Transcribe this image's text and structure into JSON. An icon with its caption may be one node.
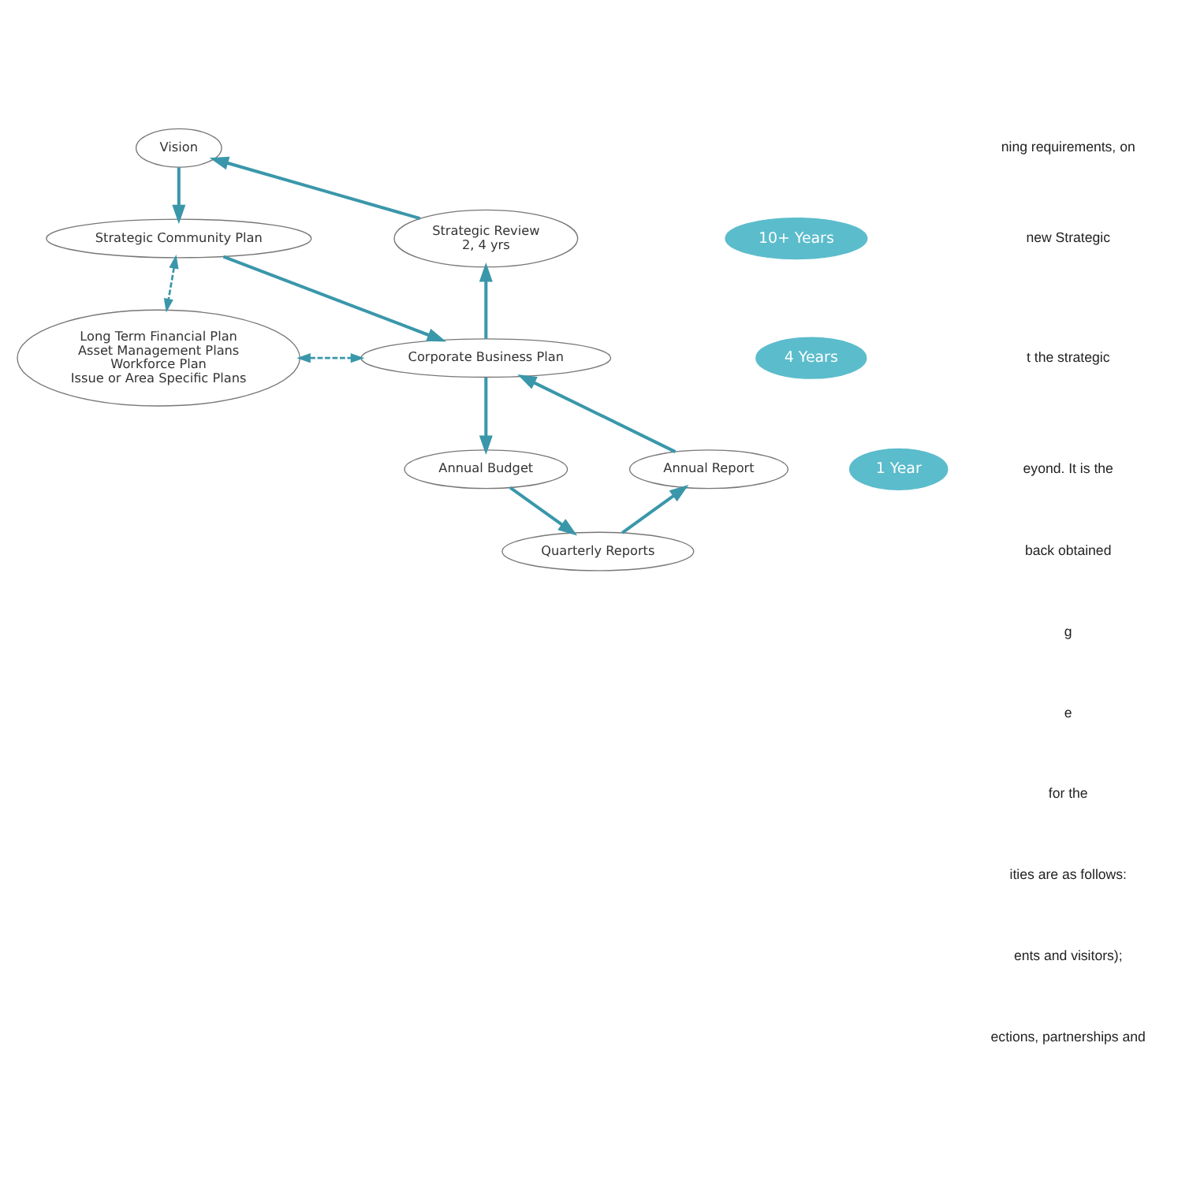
{
  "diagram": {
    "nodes": [
      {
        "text": [
          "Vision"
        ]
      },
      {
        "text": [
          "Strategic Community Plan"
        ]
      },
      {
        "text": [
          "10+ Years"
        ]
      },
      {
        "text": [
          "Strategic Review",
          "2, 4 yrs"
        ]
      },
      {
        "text": [
          "Long Term Financial Plan",
          "Asset Management Plans",
          "Workforce Plan",
          "Issue or Area Specific Plans"
        ]
      },
      {
        "text": [
          "Corporate Business Plan"
        ]
      },
      {
        "text": [
          "4 Years"
        ]
      },
      {
        "text": [
          "Annual Report"
        ]
      },
      {
        "text": [
          "1 Year"
        ]
      },
      {
        "text": [
          "Annual Budget"
        ]
      },
      {
        "text": [
          "Quarterly Reports"
        ]
      }
    ],
    "edges": [
      {
        "from": 0,
        "to": 1,
        "arrow": "to"
      },
      {
        "from": 1,
        "to": 5,
        "arrow": "to"
      },
      {
        "from": 5,
        "to": 3,
        "arrow": "to"
      },
      {
        "from": 3,
        "to": 0,
        "arrow": "to"
      },
      {
        "from": 5,
        "to": 9,
        "arrow": "to"
      },
      {
        "from": 9,
        "to": 10,
        "arrow": "to"
      },
      {
        "from": 10,
        "to": 7,
        "arrow": "to"
      },
      {
        "from": 7,
        "to": 5,
        "arrow": "to"
      },
      {
        "from": 1,
        "to": 4,
        "arrow": "both",
        "style": "dashed"
      },
      {
        "from": 4,
        "to": 5,
        "arrow": "both",
        "style": "dashed"
      }
    ],
    "labels": [
      "ning requirements, on",
      "new Strategic",
      "t the strategic",
      "eyond. It is the",
      "back obtained",
      "g",
      "e",
      "for the",
      "ities are as follows:",
      "ents and visitors);",
      "ections, partnerships and"
    ]
  }
}
